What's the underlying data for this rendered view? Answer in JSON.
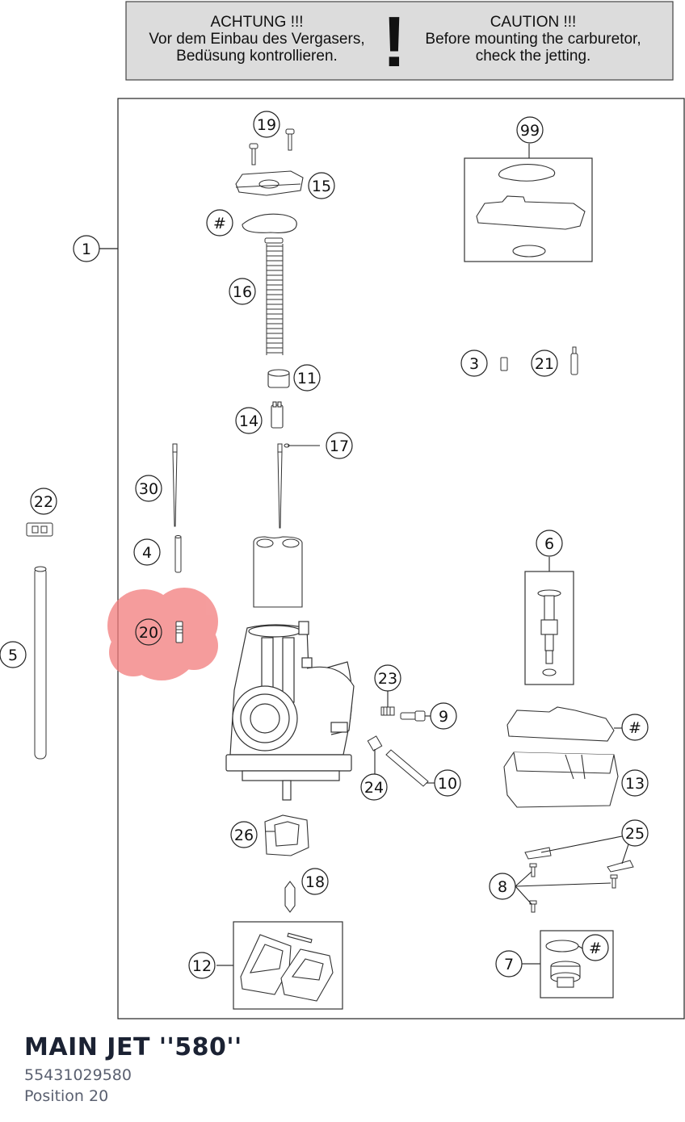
{
  "warning": {
    "de_title": "ACHTUNG !!!",
    "de_line1": "Vor dem Einbau des Vergasers,",
    "de_line2": "Bedüsung kontrollieren.",
    "exclaim": "!",
    "en_title": "CAUTION !!!",
    "en_line1": "Before mounting the carburetor,",
    "en_line2": "check the jetting."
  },
  "callouts": {
    "c1": "1",
    "c3": "3",
    "c4": "4",
    "c5": "5",
    "c6": "6",
    "c7": "7",
    "c8": "8",
    "c9": "9",
    "c10": "10",
    "c11": "11",
    "c12": "12",
    "c13": "13",
    "c14": "14",
    "c15": "15",
    "c16": "16",
    "c17": "17",
    "c18": "18",
    "c19": "19",
    "c20": "20",
    "c21": "21",
    "c22": "22",
    "c23": "23",
    "c24": "24",
    "c25": "25",
    "c26": "26",
    "c30": "30",
    "c99": "99",
    "hash": "#"
  },
  "highlight_color": "#f27c7c",
  "selected_part": {
    "title": "MAIN JET ''580''",
    "number": "55431029580",
    "position": "Position 20"
  }
}
